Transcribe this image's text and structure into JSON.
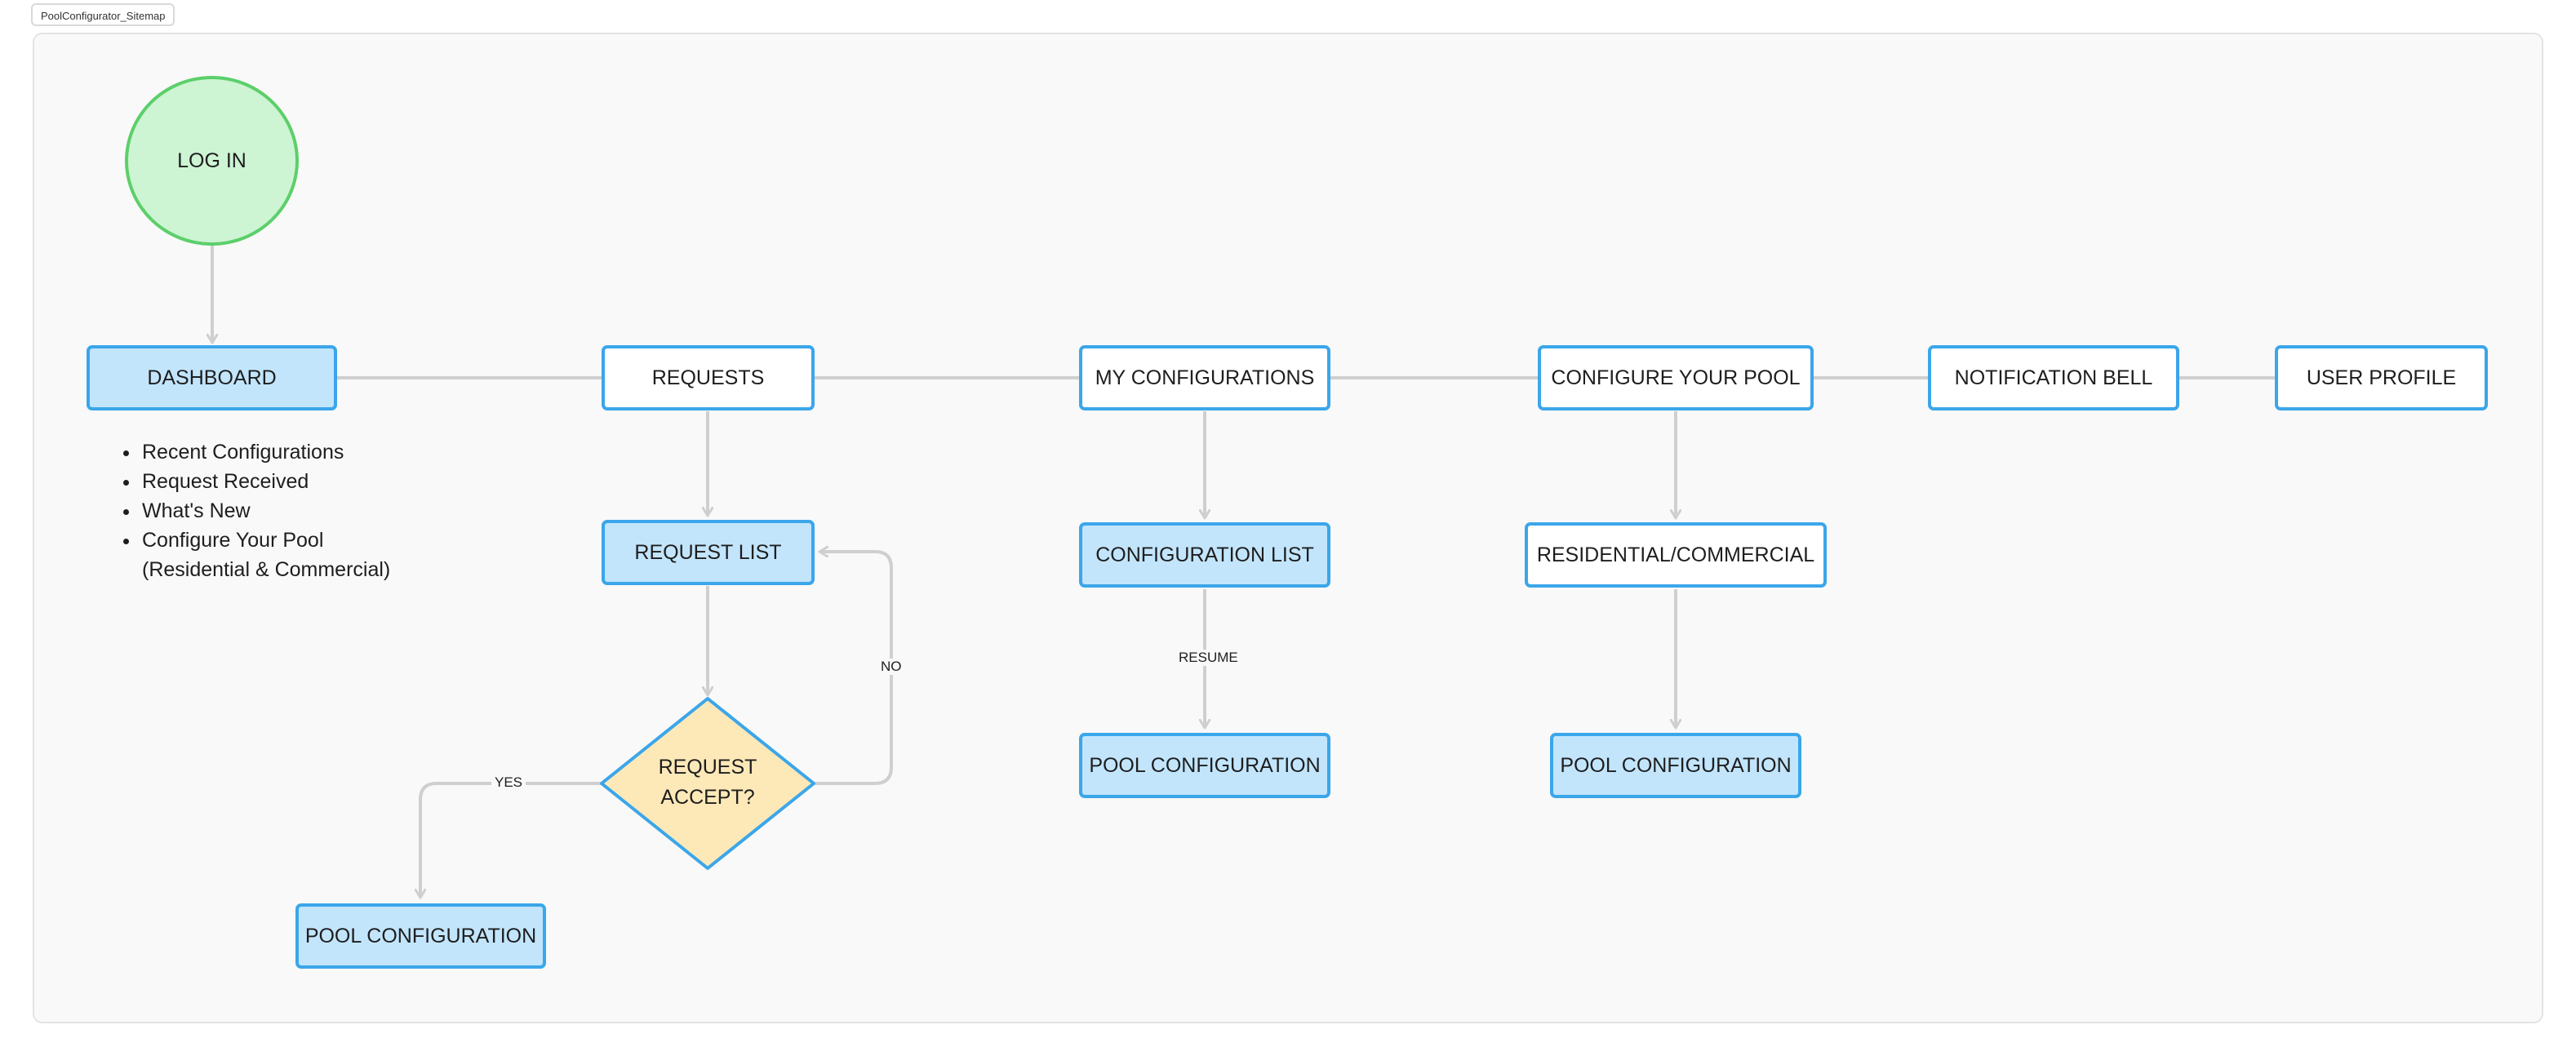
{
  "frame_title": "PoolConfigurator_Sitemap",
  "nodes": {
    "login": "LOG IN",
    "dashboard": "DASHBOARD",
    "requests": "REQUESTS",
    "my_configurations": "MY CONFIGURATIONS",
    "configure_your_pool": "CONFIGURE YOUR POOL",
    "notification_bell": "NOTIFICATION BELL",
    "user_profile": "USER PROFILE",
    "request_list": "REQUEST LIST",
    "request_accept_line1": "REQUEST",
    "request_accept_line2": "ACCEPT?",
    "pool_configuration_requests": "POOL CONFIGURATION",
    "configuration_list": "CONFIGURATION LIST",
    "pool_configuration_myconfig": "POOL CONFIGURATION",
    "residential_commercial": "RESIDENTIAL/COMMERCIAL",
    "pool_configuration_configure": "POOL CONFIGURATION"
  },
  "edge_labels": {
    "no": "NO",
    "yes": "YES",
    "resume": "RESUME"
  },
  "dashboard_items": [
    "Recent Configurations",
    "Request Received",
    "What's New",
    "Configure Your Pool",
    "(Residential & Commercial)"
  ],
  "colors": {
    "node_border": "#3ba6ea",
    "node_fill": "#c2e5fc",
    "start_border": "#5ccf6a",
    "start_fill": "#cdf4d3",
    "decision_border": "#3ba6ea",
    "decision_fill": "#fde8b8",
    "connector": "#cfcfcf"
  }
}
